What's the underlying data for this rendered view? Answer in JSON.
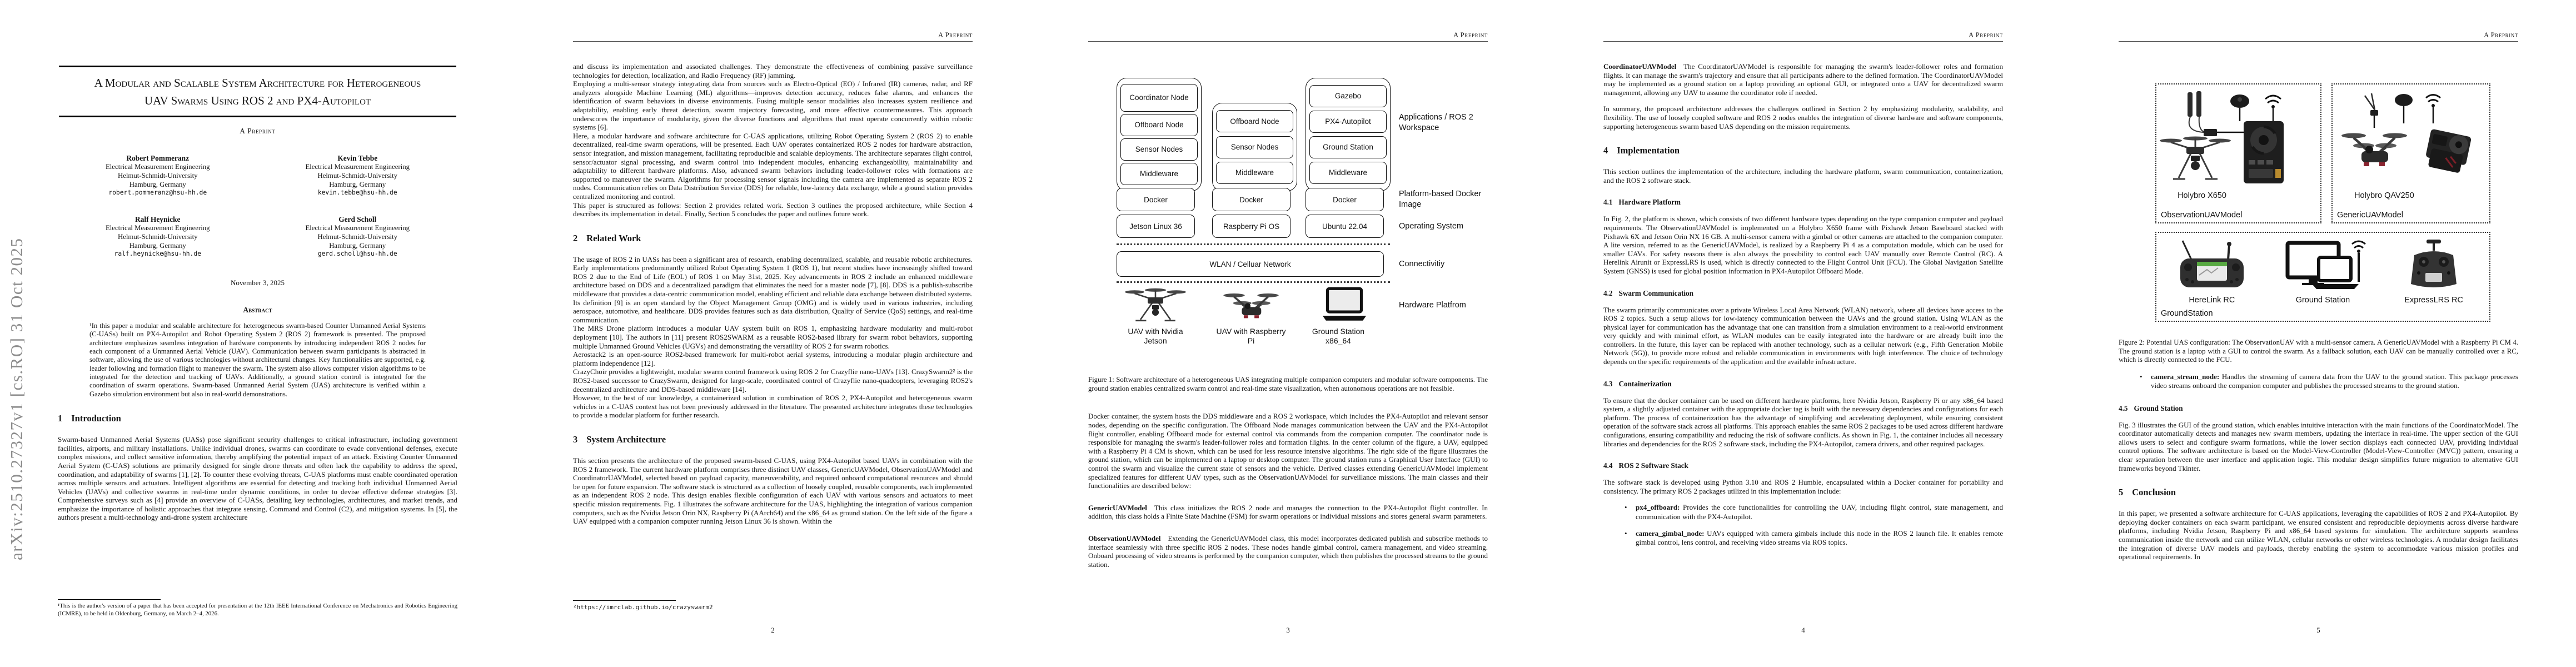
{
  "arxiv": {
    "watermark": "arXiv:2510.27327v1  [cs.RO]  31 Oct 2025"
  },
  "header": {
    "running_title": "A Preprint"
  },
  "p1": {
    "title": "A Modular and Scalable System Architecture for Heterogeneous UAV Swarms Using ROS 2 and PX4-Autopilot",
    "preprint": "A Preprint",
    "authors": [
      {
        "name": "Robert Pommeranz",
        "dept": "Electrical Measurement Engineering",
        "univ": "Helmut-Schmidt-University",
        "city": "Hamburg, Germany",
        "email": "robert.pommeranz@hsu-hh.de"
      },
      {
        "name": "Kevin Tebbe",
        "dept": "Electrical Measurement Engineering",
        "univ": "Helmut-Schmidt-University",
        "city": "Hamburg, Germany",
        "email": "kevin.tebbe@hsu-hh.de"
      },
      {
        "name": "Ralf Heynicke",
        "dept": "Electrical Measurement Engineering",
        "univ": "Helmut-Schmidt-University",
        "city": "Hamburg, Germany",
        "email": "ralf.heynicke@hsu-hh.de"
      },
      {
        "name": "Gerd Scholl",
        "dept": "Electrical Measurement Engineering",
        "univ": "Helmut-Schmidt-University",
        "city": "Hamburg, Germany",
        "email": "gerd.scholl@hsu-hh.de"
      }
    ],
    "date": "November 3, 2025",
    "abstract_heading": "Abstract",
    "abstract": "¹In this paper a modular and scalable architecture for heterogeneous swarm-based Counter Unmanned Aerial Systems (C-UASs) built on PX4-Autopilot and Robot Operating System 2 (ROS 2) framework is presented. The proposed architecture emphasizes seamless integration of hardware components by introducing independent ROS 2 nodes for each component of a Unmanned Aerial Vehicle (UAV). Communication between swarm participants is abstracted in software, allowing the use of various technologies without architectural changes. Key functionalities are supported, e.g. leader following and formation flight to maneuver the swarm. The system also allows computer vision algorithms to be integrated for the detection and tracking of UAVs. Additionally, a ground station control is integrated for the coordination of swarm operations. Swarm-based Unmanned Aerial System (UAS) architecture is verified within a Gazebo simulation environment but also in real-world demonstrations.",
    "sec1_no": "1",
    "sec1_title": "Introduction",
    "intro": "Swarm-based Unmanned Aerial Systems (UASs) pose significant security challenges to critical infrastructure, including government facilities, airports, and military installations. Unlike individual drones, swarms can coordinate to evade conventional defenses, execute complex missions, and collect sensitive information, thereby amplifying the potential impact of an attack. Existing Counter Unmanned Aerial System (C-UAS) solutions are primarily designed for single drone threats and often lack the capability to address the speed, coordination, and adaptability of swarms [1], [2]. To counter these evolving threats, C-UAS platforms must enable coordinated operation across multiple sensors and actuators. Intelligent algorithms are essential for detecting and tracking both individual Unmanned Aerial Vehicles (UAVs) and collective swarms in real-time under dynamic conditions, in order to devise effective defense strategies [3]. Comprehensive surveys such as [4] provide an overview of C-UASs, detailing key technologies, architectures, and market trends, and emphasize the importance of holistic approaches that integrate sensing, Command and Control (C2), and mitigation systems. In [5], the authors present a multi-technology anti-drone system architecture",
    "footnote": "¹This is the author's version of a paper that has been accepted for presentation at the 12th IEEE International Conference on Mechatronics and Robotics Engineering (ICMRE), to be held in Oldenburg, Germany, on March 2–4, 2026."
  },
  "p2": {
    "paras": [
      "and discuss its implementation and associated challenges. They demonstrate the effectiveness of combining passive surveillance technologies for detection, localization, and Radio Frequency (RF) jamming.",
      "Employing a multi-sensor strategy integrating data from sources such as Electro-Optical (EO) / Infrared (IR) cameras, radar, and RF analyzers alongside Machine Learning (ML) algorithms—improves detection accuracy, reduces false alarms, and enhances the identification of swarm behaviors in diverse environments. Fusing multiple sensor modalities also increases system resilience and adaptability, enabling early threat detection, swarm trajectory forecasting, and more effective countermeasures. This approach underscores the importance of modularity, given the diverse functions and algorithms that must operate concurrently within robotic systems [6].",
      "Here, a modular hardware and software architecture for C-UAS applications, utilizing Robot Operating System 2 (ROS 2) to enable decentralized, real-time swarm operations, will be presented. Each UAV operates containerized ROS 2 nodes for hardware abstraction, sensor integration, and mission management, facilitating reproducible and scalable deployments. The architecture separates flight control, sensor/actuator signal processing, and swarm control into independent modules, enhancing exchangeability, maintainability and adaptability to different hardware platforms. Also, advanced swarm behaviors including leader-follower roles with formations are supported to maneuver the swarm. Algorithms for processing sensor signals including the camera are implemented as separate ROS 2 nodes. Communication relies on Data Distribution Service (DDS) for reliable, low-latency data exchange, while a ground station provides centralized monitoring and control.",
      "This paper is structured as follows: Section 2 provides related work. Section 3 outlines the proposed architecture, while Section 4 describes its implementation in detail. Finally, Section 5 concludes the paper and outlines future work."
    ],
    "sec2_no": "2",
    "sec2_title": "Related Work",
    "related": [
      "The usage of ROS 2 in UASs has been a significant area of research, enabling decentralized, scalable, and reusable robotic architectures. Early implementations predominantly utilized Robot Operating System 1 (ROS 1), but recent studies have increasingly shifted toward ROS 2 due to the End of Life (EOL) of ROS 1 on May 31st, 2025. Key advancements in ROS 2 include an enhanced middleware architecture based on DDS and a decentralized paradigm that eliminates the need for a master node [7], [8]. DDS is a publish-subscribe middleware that provides a data-centric communication model, enabling efficient and reliable data exchange between distributed systems. Its definition [9] is an open standard by the Object Management Group (OMG) and is widely used in various industries, including aerospace, automotive, and healthcare. DDS provides features such as data distribution, Quality of Service (QoS) settings, and real-time communication.",
      "The MRS Drone platform introduces a modular UAV system built on ROS 1, emphasizing hardware modularity and multi-robot deployment [10]. The authors in [11] present ROS2SWARM as a reusable ROS2-based library for swarm robot behaviors, supporting multiple Unmanned Ground Vehicles (UGVs) and demonstrating the versatility of ROS 2 for swarm robotics.",
      "Aerostack2 is an open-source ROS2-based framework for multi-robot aerial systems, introducing a modular plugin architecture and platform independence [12].",
      "CrazyChoir provides a lightweight, modular swarm control framework using ROS 2 for Crazyflie nano-UAVs [13]. CrazySwarm2² is the ROS2-based successor to CrazySwarm, designed for large-scale, coordinated control of Crazyflie nano-quadcopters, leveraging ROS2's decentralized architecture and DDS-based middleware [14].",
      "However, to the best of our knowledge, a containerized solution in combination of ROS 2, PX4-Autopilot and heterogeneous swarm vehicles in a C-UAS context has not been previously addressed in the literature. The presented architecture integrates these technologies to provide a modular platform for further research."
    ],
    "sec3_no": "3",
    "sec3_title": "System Architecture",
    "sysarch": "This section presents the architecture of the proposed swarm-based C-UAS, using PX4-Autopilot based UAVs in combination with the ROS 2 framework. The current hardware platform comprises three distinct UAV classes, GenericUAVModel, ObservationUAVModel and CoordinatorUAVModel, selected based on payload capacity, maneuverability, and required onboard computational resources and should be open for future expansion. The software stack is structured as a collection of loosely coupled, reusable components, each implemented as an independent ROS 2 node. This design enables flexible configuration of each UAV with various sensors and actuators to meet specific mission requirements. Fig. 1 illustrates the software architecture for the UAS, highlighting the integration of various companion computers, such as the Nvidia Jetson Orin NX, Raspberry Pi (AArch64) and the x86_64 as ground station. On the left side of the figure a UAV equipped with a companion computer running Jetson Linux 36 is shown. Within the",
    "footnote": "²https://imrclab.github.io/crazyswarm2",
    "page": "2"
  },
  "p3": {
    "fig1": {
      "col1": [
        "Coordinator Node",
        "Offboard Node",
        "Sensor Nodes",
        "Middleware"
      ],
      "col2": [
        "Offboard Node",
        "Sensor Nodes",
        "Middleware"
      ],
      "col3": [
        "Gazebo",
        "PX4-Autopilot",
        "Ground Station",
        "Middleware"
      ],
      "docker": "Docker",
      "os": [
        "Jetson Linux 36",
        "Raspberry Pi OS",
        "Ubuntu 22.04"
      ],
      "network": "WLAN / Celluar Network",
      "side": [
        "Applications / ROS 2 Workspace",
        "Platform-based Docker Image",
        "Operating System",
        "Connectivitiy",
        "Hardware Platfrom"
      ],
      "hw": [
        "UAV with Nvidia Jetson",
        "UAV with Raspberry Pi",
        "Ground Station x86_64"
      ]
    },
    "caption": "Figure 1: Software architecture of a heterogeneous UAS integrating multiple companion computers and modular software components. The ground station enables centralized swarm control and real-time state visualization, when autonomous operations are not feasible.",
    "para": "Docker container, the system hosts the DDS middleware and a ROS 2 workspace, which includes the PX4-Autopilot and relevant sensor nodes, depending on the specific configuration. The Offboard Node manages communication between the UAV and the PX4-Autopilot flight controller, enabling Offboard mode for external control via commands from the companion computer. The coordinator node is responsible for managing the swarm's leader-follower roles and formation flights. In the center column of the figure, a UAV, equipped with a Raspberry Pi 4 CM is shown, which can be used for less resource intensive algorithms. The right side of the figure illustrates the ground station, which can be implemented on a laptop or desktop computer. The ground station runs a Graphical User Interface (GUI) to control the swarm and visualize the current state of sensors and the vehicle. Derived classes extending GenericUAVModel implement specialized features for different UAV types, such as the ObservationUAVModel for surveillance missions. The main classes and their functionalities are described below:",
    "generic_term": "GenericUAVModel",
    "generic_text": "This class initializes the ROS 2 node and manages the connection to the PX4-Autopilot flight controller. In addition, this class holds a Finite State Machine (FSM) for swarm operations or individual missions and stores general swarm parameters.",
    "observation_term": "ObservationUAVModel",
    "observation_text": "Extending the GenericUAVModel class, this model incorporates dedicated publish and subscribe methods to interface seamlessly with three specific ROS 2 nodes. These nodes handle gimbal control, camera management, and video streaming. Onboard processing of video streams is performed by the companion computer, which then publishes the processed streams to the ground station.",
    "page": "3"
  },
  "p4": {
    "coordinator_term": "CoordinatorUAVModel",
    "coordinator_text": "The CoordinatorUAVModel is responsible for managing the swarm's leader-follower roles and formation flights. It can manage the swarm's trajectory and ensure that all participants adhere to the defined formation. The CoordinatorUAVModel may be implemented as a ground station on a laptop providing an optional GUI, or integrated onto a UAV for decentralized swarm management, allowing any UAV to assume the coordinator role if needed.",
    "summary": "In summary, the proposed architecture addresses the challenges outlined in Section 2 by emphasizing modularity, scalability, and flexibility. The use of loosely coupled software and ROS 2 nodes enables the integration of diverse hardware and software components, supporting heterogeneous swarm based UAS depending on the mission requirements.",
    "sec4_no": "4",
    "sec4_title": "Implementation",
    "impl_intro": "This section outlines the implementation of the architecture, including the hardware platform, swarm communication, containerization, and the ROS 2 software stack.",
    "s41_no": "4.1",
    "s41_title": "Hardware Platform",
    "s41_text": "In Fig. 2, the platform is shown, which consists of two different hardware types depending on the type companion computer and payload requirements. The ObservationUAVModel is implemented on a Holybro X650 frame with Pixhawk Jetson Baseboard stacked with Pixhawk 6X and Jetson Orin NX 16 GB. A multi-sensor camera with a gimbal or other cameras are attached to the companion computer. A lite version, referred to as the GenericUAVModel, is realized by a Raspberry Pi 4 as a computation module, which can be used for smaller UAVs. For safety reasons there is also always the possibility to control each UAV manually over Remote Control (RC). A Herelink Airunit or ExpressLRS is used, which is directly connected to the Flight Control Unit (FCU). The Global Navigation Satellite System (GNSS) is used for global position information in PX4-Autopilot Offboard Mode.",
    "s42_no": "4.2",
    "s42_title": "Swarm Communication",
    "s42_text": "The swarm primarily communicates over a private Wireless Local Area Network (WLAN) network, where all devices have access to the ROS 2 topics. Such a setup allows for low-latency communication between the UAVs and the ground station. Using WLAN as the physical layer for communication has the advantage that one can transition from a simulation environment to a real-world environment very quickly and with minimal effort, as WLAN modules can be easily integrated into the hardware or are already built into the controllers. In the future, this layer can be replaced with another technology, such as a cellular network (e.g., Fifth Generation Mobile Network (5G)), to provide more robust and reliable communication in environments with high interference. The choice of technology depends on the specific requirements of the application and the available infrastructure.",
    "s43_no": "4.3",
    "s43_title": "Containerization",
    "s43_text": "To ensure that the docker container can be used on different hardware platforms, here Nvidia Jetson, Raspberry Pi or any x86_64 based system, a slightly adjusted container with the appropriate docker tag is built with the necessary dependencies and configurations for each platform. The process of containerization has the advantage of simplifying and accelerating deployment, while ensuring consistent operation of the software stack across all platforms. This approach enables the same ROS 2 packages to be used across different hardware configurations, ensuring compatibility and reducing the risk of software conflicts. As shown in Fig. 1, the container includes all necessary libraries and dependencies for the ROS 2 software stack, including the PX4-Autopilot, camera drivers, and other required packages.",
    "s44_no": "4.4",
    "s44_title": "ROS 2 Software Stack",
    "s44_text": "The software stack is developed using Python 3.10 and ROS 2 Humble, encapsulated within a Docker container for portability and consistency. The primary ROS 2 packages utilized in this implementation include:",
    "bullets": [
      {
        "term": "px4_offboard",
        "text": "Provides the core functionalities for controlling the UAV, including flight control, state management, and communication with the PX4-Autopilot."
      },
      {
        "term": "camera_gimbal_node",
        "text": "UAVs equipped with camera gimbals include this node in the ROS 2 launch file. It enables remote gimbal control, lens control, and receiving video streams via ROS topics."
      }
    ],
    "page": "4"
  },
  "p5": {
    "fig2": {
      "left_label": "ObservationUAVModel",
      "left_caption": "Holybro X650",
      "right_label": "GenericUAVModel",
      "right_caption": "Holybro QAV250",
      "gs_label": "GroundStation",
      "gs_captions": [
        "HereLink RC",
        "Ground Station",
        "ExpressLRS RC"
      ]
    },
    "caption": "Figure 2: Potential UAS configuration: The ObservationUAV with a multi-sensor camera. A GenericUAVModel with a Raspberry Pi CM 4. The ground station is a laptop with a GUI to control the swarm. As a fallback solution, each UAV can be manually controlled over a RC, which is directly connected to the FCU.",
    "bullet": {
      "term": "camera_stream_node",
      "text": "Handles the streaming of camera data from the UAV to the ground station. This package processes video streams onboard the companion computer and publishes the processed streams to the ground station."
    },
    "s45_no": "4.5",
    "s45_title": "Ground Station",
    "s45_text": "Fig. 3 illustrates the GUI of the ground station, which enables intuitive interaction with the main functions of the CoordinatorModel. The coordinator automatically detects and manages new swarm members, updating the interface in real-time. The upper section of the GUI allows users to select and configure swarm formations, while the lower section displays each connected UAV, providing individual control options. The software architecture is based on the Model-View-Controller (Model-View-Controller (MVC)) pattern, ensuring a clear separation between the user interface and application logic. This modular design simplifies future migration to alternative GUI frameworks beyond Tkinter.",
    "sec5_no": "5",
    "sec5_title": "Conclusion",
    "concl_text": "In this paper, we presented a software architecture for C-UAS applications, leveraging the capabilities of ROS 2 and PX4-Autopilot. By deploying docker containers on each swarm participant, we ensured consistent and reproducible deployments across diverse hardware platforms, including Nvidia Jetson, Raspberry Pi and x86_64 based systems for simulation. The architecture supports seamless communication inside the network and can utilize WLAN, cellular networks or other wireless technologies. A modular design facilitates the integration of diverse UAV models and payloads, thereby enabling the system to accommodate various mission profiles and operational requirements. In",
    "page": "5"
  }
}
